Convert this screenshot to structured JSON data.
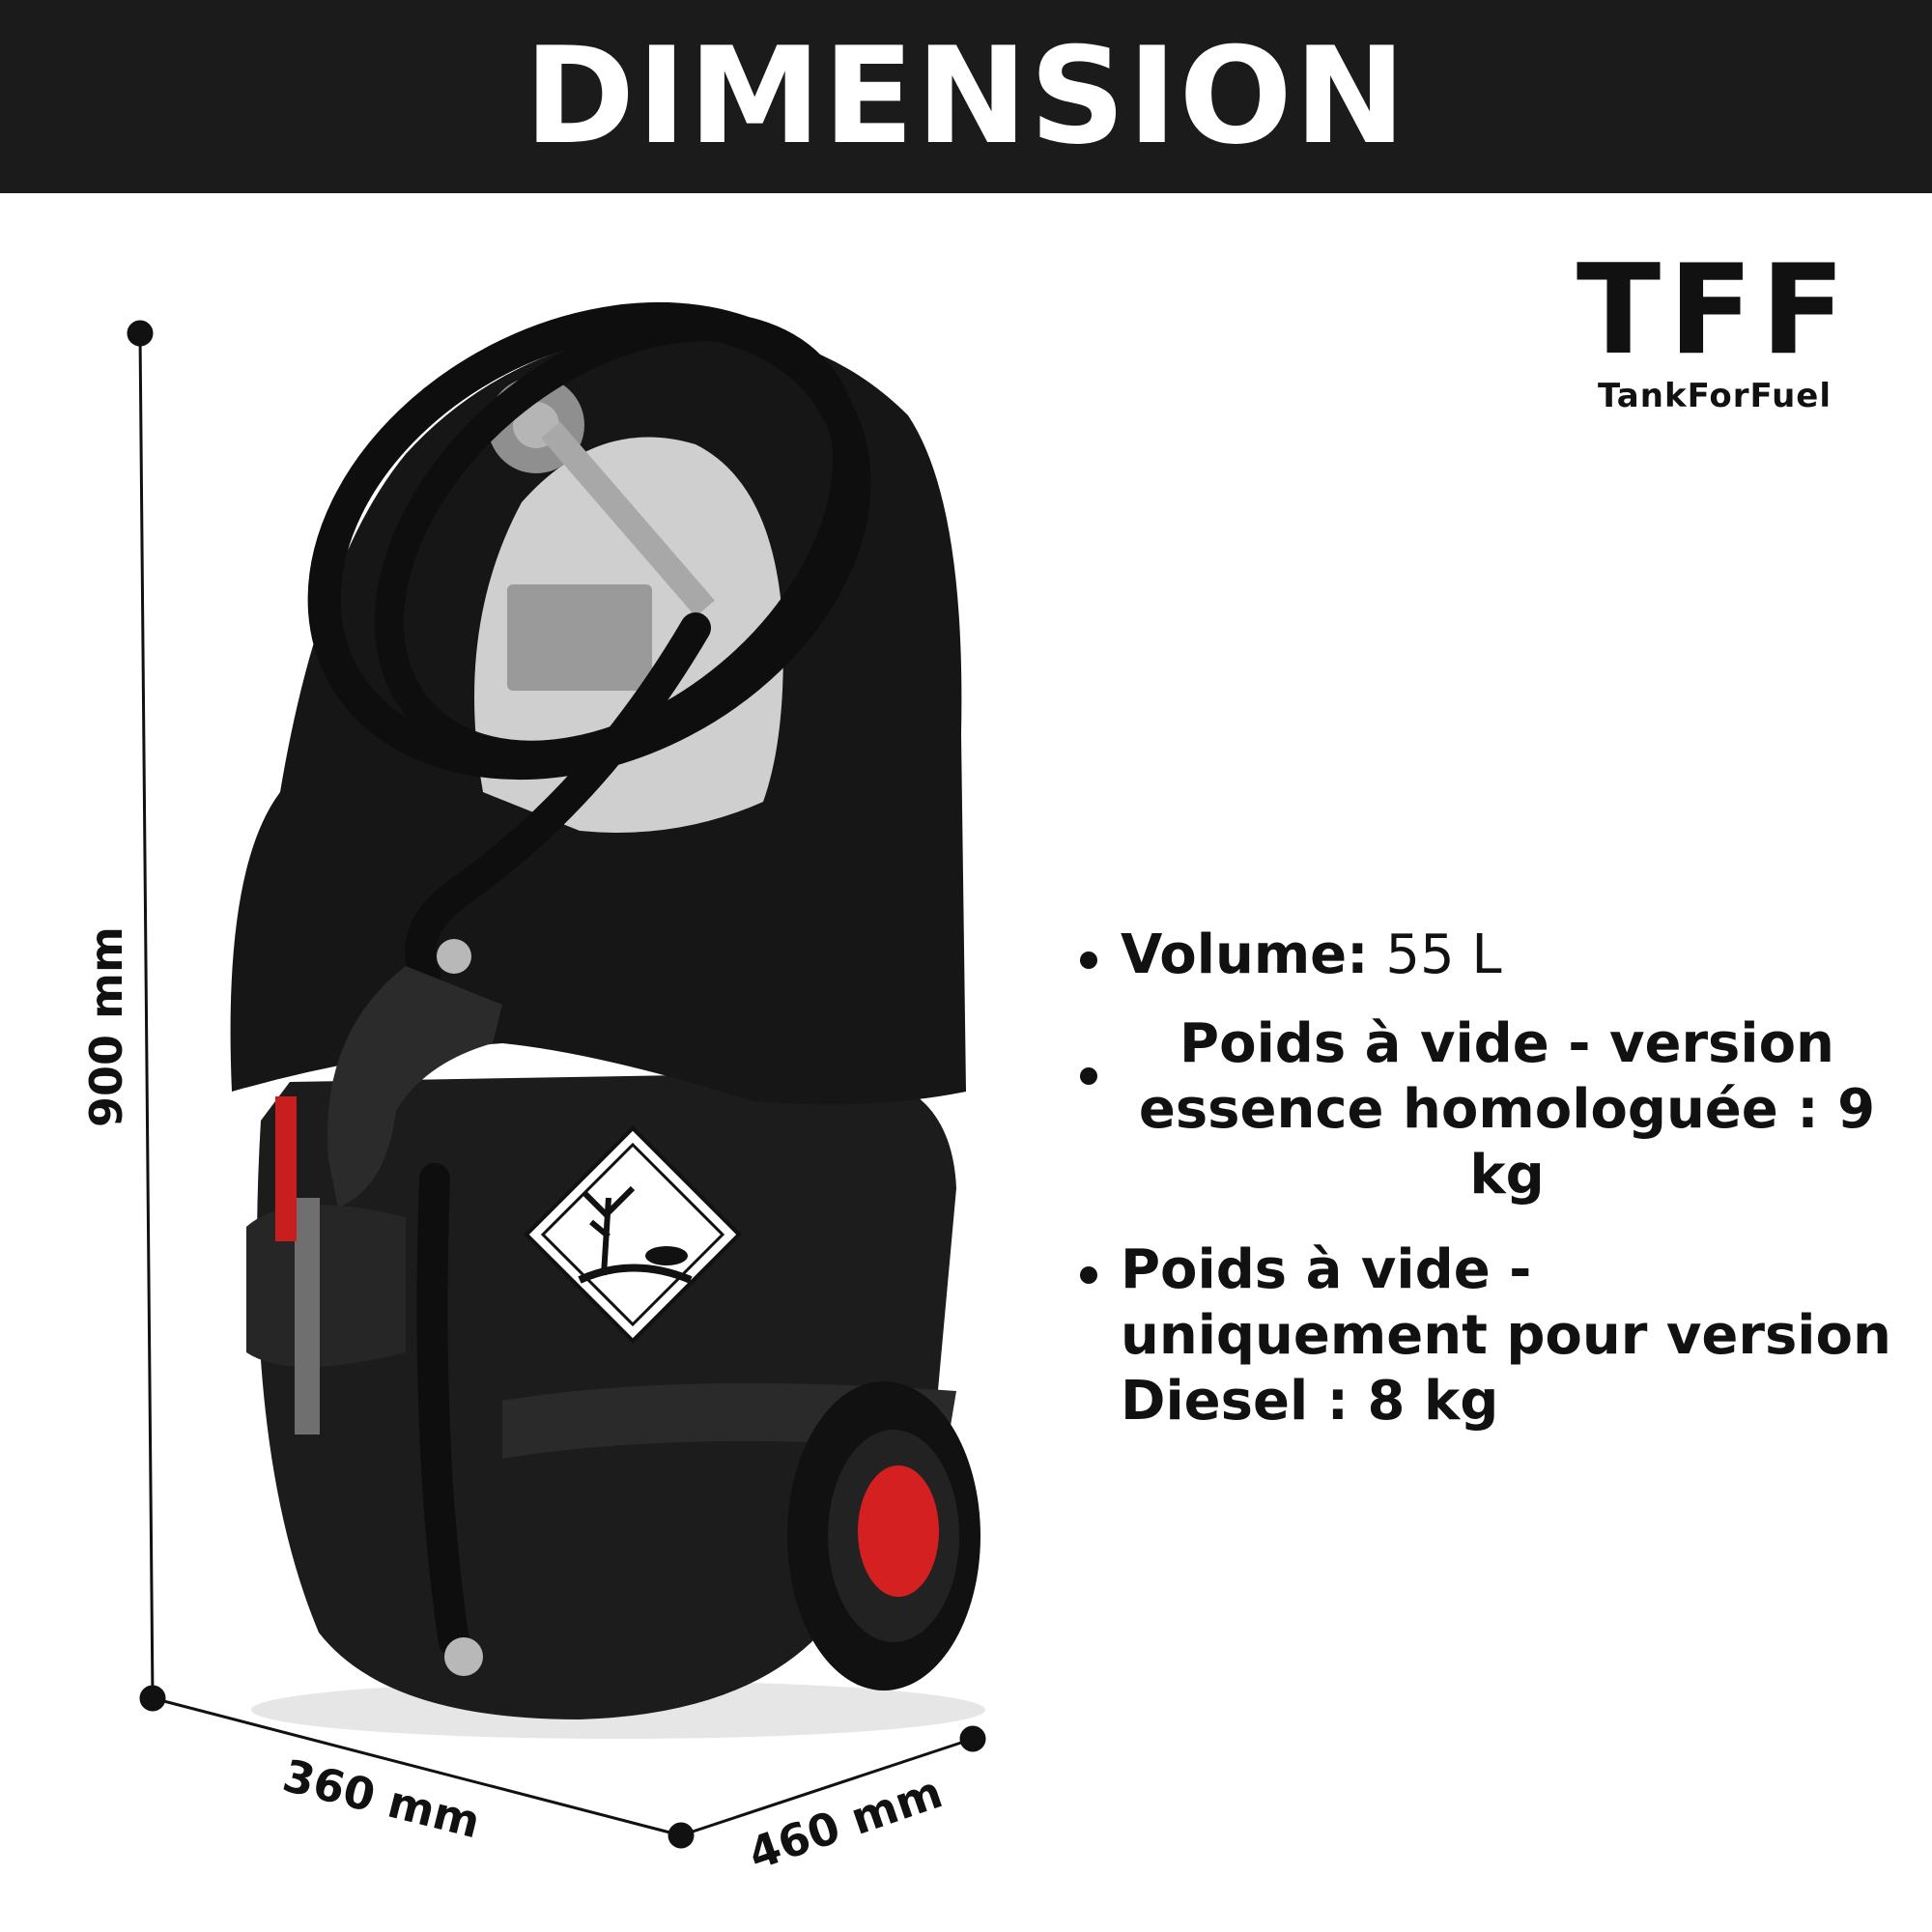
{
  "header": {
    "title": "DIMENSION"
  },
  "logo": {
    "mark": "TFF",
    "subtitle": "TankForFuel"
  },
  "dimensions": {
    "height": "900 mm",
    "depth": "360 mm",
    "width": "460 mm"
  },
  "specs": {
    "volume_label": "Volume:",
    "volume_value": "55 L",
    "weight_petrol": "Poids à vide - version essence homologuée : 9 kg",
    "weight_diesel": "Poids à vide - uniquement pour version Diesel : 8 kg"
  },
  "colors": {
    "header_bg": "#1b1b1b",
    "tank_body": "#1c1c1c",
    "wheel_hub": "#d42020",
    "metal": "#9a9a9a"
  }
}
